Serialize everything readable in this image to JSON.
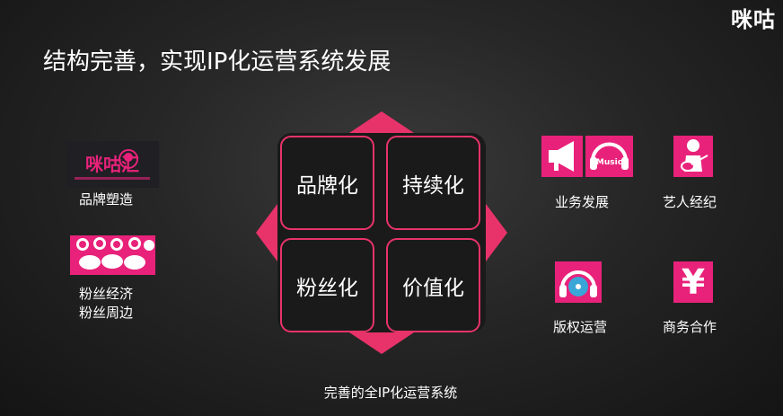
{
  "logo": {
    "text": "咪咕"
  },
  "title": "结构完善，实现IP化运营系统发展",
  "left": {
    "brand_badge_text": "咪咕汇",
    "brand_label": "品牌塑造",
    "fans_label_1": "粉丝经济",
    "fans_label_2": "粉丝周边"
  },
  "center": {
    "quadrants": [
      "品牌化",
      "持续化",
      "粉丝化",
      "价值化"
    ],
    "caption": "完善的全IP化运营系统"
  },
  "right": {
    "music_icon_text": "Music",
    "business_label": "业务发展",
    "artist_label": "艺人经纪",
    "copyright_label": "版权运营",
    "yuan_symbol": "¥",
    "commerce_label": "商务合作"
  },
  "colors": {
    "accent": "#e8336a",
    "icon_pink": "#e8227a",
    "background": "#262626"
  }
}
